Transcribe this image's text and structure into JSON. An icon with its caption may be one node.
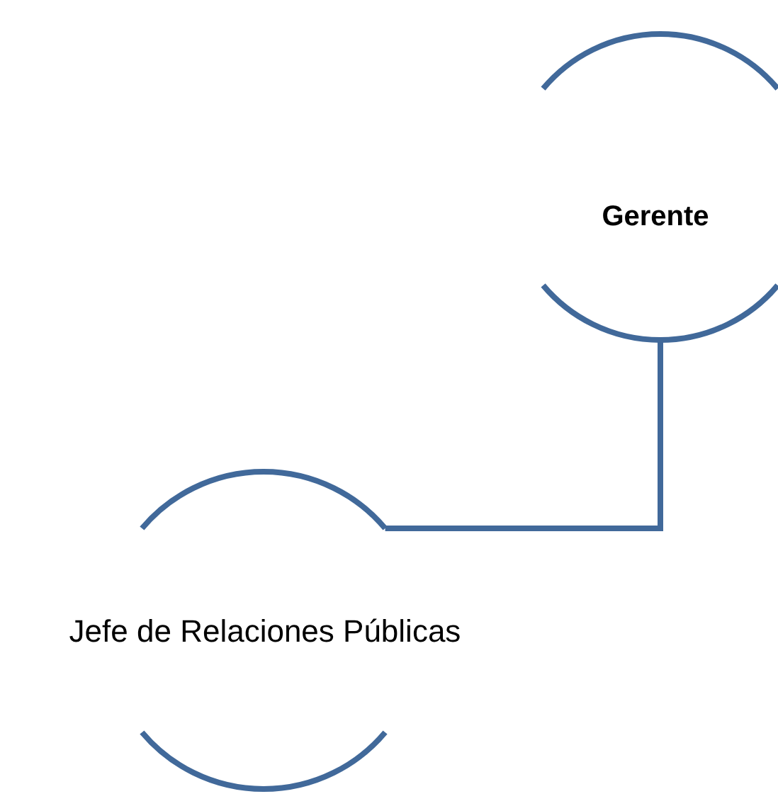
{
  "diagram": {
    "nodes": [
      {
        "text": [
          "Gerente"
        ]
      },
      {
        "text": [
          "Jefe de Relaciones Públicas"
        ]
      }
    ],
    "edges": [
      {
        "from": 0,
        "to": 1,
        "arrow": "none"
      }
    ]
  }
}
